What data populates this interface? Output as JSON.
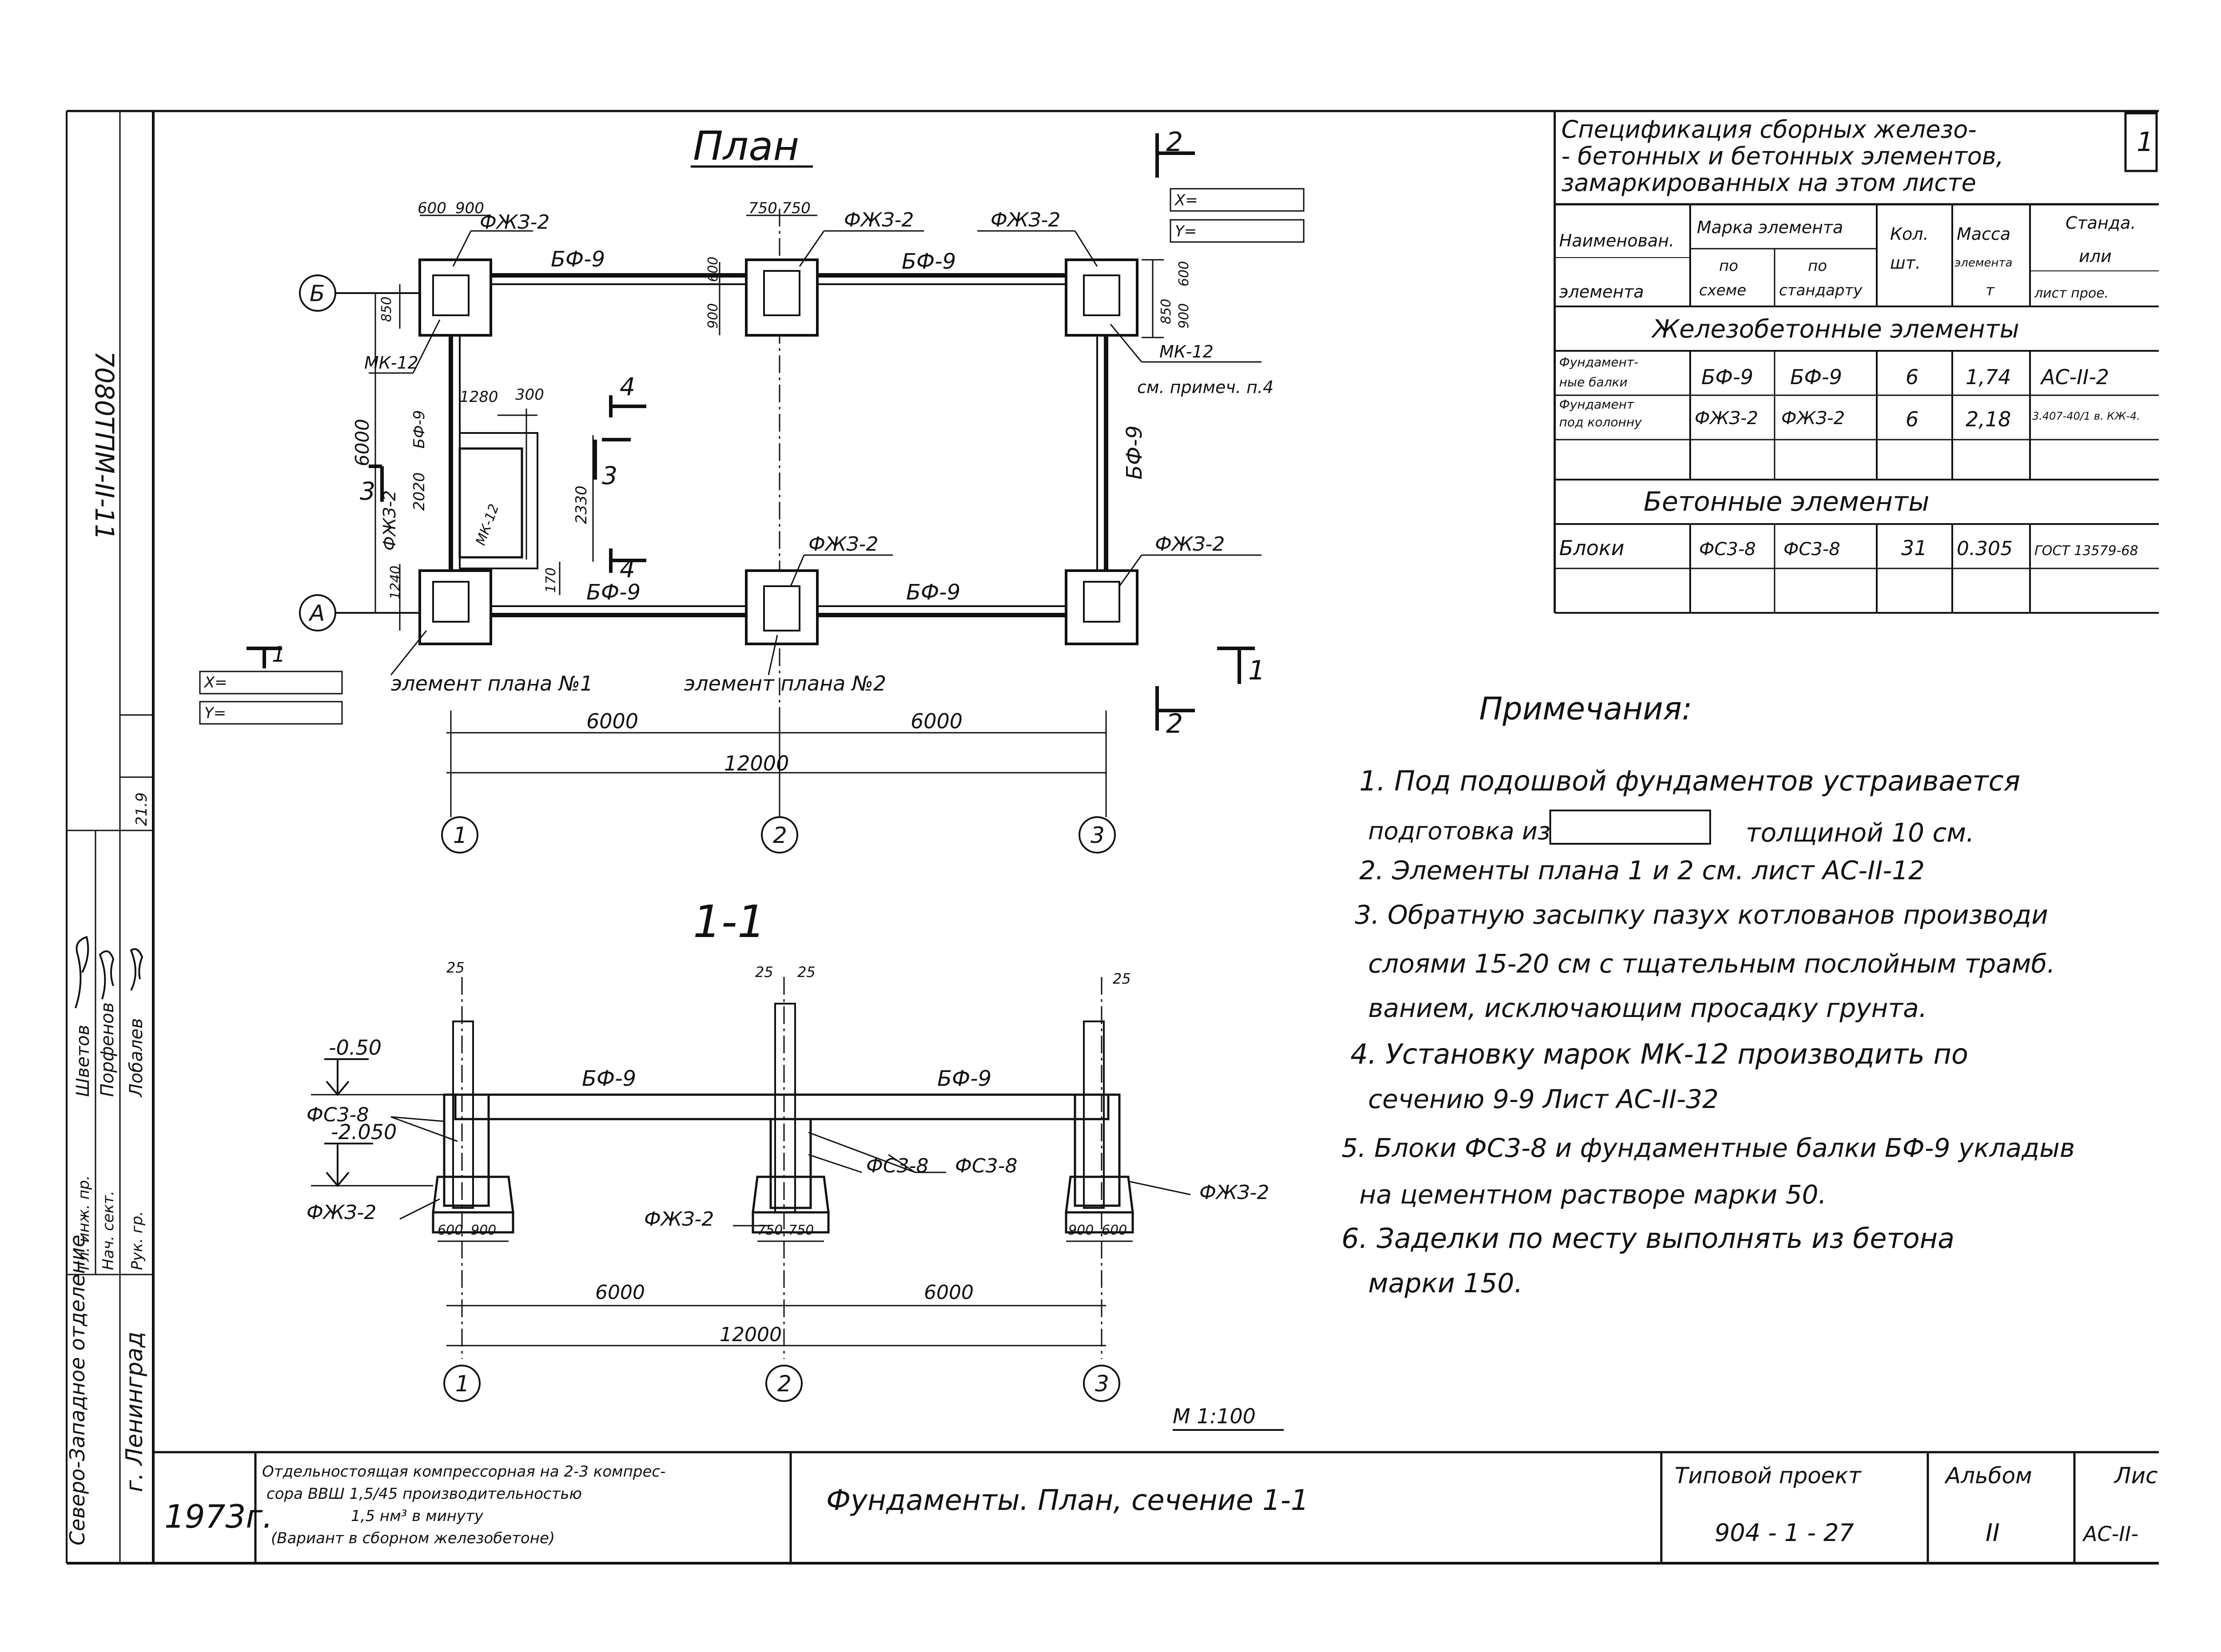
{
  "plan": {
    "title": "План",
    "axis_letters": [
      "Б",
      "А"
    ],
    "axis_numbers": [
      "1",
      "2",
      "3"
    ],
    "labels": {
      "fzh_top_left": "ФЖЗ-2",
      "fzh_top_mid": "ФЖЗ-2",
      "fzh_top_right": "ФЖЗ-2",
      "fzh_mid_bottom": "ФЖЗ-2",
      "fzh_right_bottom": "ФЖЗ-2",
      "fzh_left_vertical": "ФЖЗ-2",
      "bf_top_left": "БФ-9",
      "bf_top_right": "БФ-9",
      "bf_bottom_left": "БФ-9",
      "bf_bottom_right": "БФ-9",
      "bf_right": "БФ-9",
      "bf_left_vertical": "БФ-9",
      "mk_left": "МК-12",
      "mk_right": "МК-12",
      "mk_right_note": "см. примеч. п.4",
      "mk_inner": "МК-12",
      "elem1": "элемент плана №1",
      "elem2": "элемент плана №2",
      "x_label": "X=",
      "y_label": "Y="
    },
    "dims": {
      "d600a": "600",
      "d900a": "900",
      "d750a": "750",
      "d750b": "750",
      "d850a": "850",
      "d850b": "850",
      "d900b": "900",
      "d600b": "600",
      "d900c": "900",
      "d600c": "600",
      "d6000v": "6000",
      "d1280": "1280",
      "d300": "300",
      "d2020": "2020",
      "d2330": "2330",
      "d170": "170",
      "d1240": "1240",
      "d6000a": "6000",
      "d6000b": "6000",
      "d12000": "12000"
    },
    "section_marks": {
      "s1": "1",
      "s2": "2",
      "s3": "3",
      "s4": "4"
    }
  },
  "section": {
    "title": "1-1",
    "labels": {
      "level1": "-0.50",
      "level2": "-2.050",
      "fs_left": "ФС3-8",
      "fs_mid": "ФС3-8",
      "fs_right": "ФС3-8",
      "fzh_left": "ФЖЗ-2",
      "fzh_mid": "ФЖЗ-2",
      "fzh_right": "ФЖЗ-2",
      "bf_left": "БФ-9",
      "bf_right": "БФ-9"
    },
    "dims": {
      "d25a": "25",
      "d25b": "25",
      "d25c": "25",
      "d25d": "25",
      "d600": "600",
      "d900": "900",
      "d750a": "750",
      "d750b": "750",
      "d900b": "900",
      "d600b": "600",
      "d6000a": "6000",
      "d6000b": "6000",
      "d12000": "12000"
    },
    "scale": "М 1:100"
  },
  "spec": {
    "title_lines": [
      "Спецификация сборных железо-",
      "- бетонных и бетонных элементов,",
      "замаркированных на этом листе"
    ],
    "headers": {
      "name1": "Наименован.",
      "name2": "элемента",
      "mark": "Марка элемента",
      "mark_scheme1": "по",
      "mark_scheme2": "схеме",
      "mark_std1": "по",
      "mark_std2": "стандарту",
      "qty1": "Кол.",
      "qty2": "шт.",
      "mass1": "Масса",
      "mass2": "элемента",
      "mass3": "т",
      "std1": "Станда.",
      "std2": "или",
      "std3": "лист прое."
    },
    "group1": "Железобетонные элементы",
    "rows1": [
      [
        "Фундамент-",
        "ные балки",
        "БФ-9",
        "БФ-9",
        "6",
        "1,74",
        "АС-II-2"
      ],
      [
        "Фундамент",
        "под колонну",
        "ФЖЗ-2",
        "ФЖЗ-2",
        "6",
        "2,18",
        "3.407-40/1 в. КЖ-4."
      ]
    ],
    "group2": "Бетонные элементы",
    "rows2": [
      [
        "Блоки",
        "ФС3-8",
        "ФС3-8",
        "31",
        "0.305",
        "ГОСТ 13579-68"
      ]
    ]
  },
  "notes": {
    "title": "Примечания:",
    "lines": [
      "1. Под подошвой фундаментов устраивается",
      "подготовка из",
      "толщиной 10 см.",
      "2. Элементы плана 1 и 2 см. лист АС-II-12",
      "3. Обратную засыпку пазух котлованов производи",
      "слоями 15-20 см с тщательным послойным трамб.",
      "ванием, исключающим просадку грунта.",
      "4. Установку марок МК-12 производить по",
      "сечению 9-9 Лист АС-II-32",
      "5. Блоки ФС3-8 и фундаментные балки БФ-9 укладыв",
      "на цементном растворе марки 50.",
      "6. Заделки по месту выполнять из бетона",
      "марки 150."
    ]
  },
  "title_block": {
    "year": "1973г.",
    "project_desc": [
      "Отдельностоящая компрессорная на 2-3 компрес-",
      "сора ВВШ 1,5/45 производительностью",
      "1,5 нм³ в минуту",
      "(Вариант в сборном железобетоне)"
    ],
    "sheet_title": "Фундаменты. План, сечение 1-1",
    "typical_project_label": "Типовой проект",
    "typical_project_value": "904 - 1 - 27",
    "album_label": "Альбом",
    "album_value": "II",
    "sheet_label": "Лис",
    "sheet_value": "АС-II-",
    "left_strip": {
      "top_code": "7080ТПМ-II-11",
      "org": "Северо-Западное отделение",
      "city": "г. Ленинград",
      "roles": [
        "Гл. инж. пр.",
        "Нач. сект.",
        "Рук. гр."
      ],
      "names": [
        "Шветов",
        "Порфенов",
        "Лобалев"
      ],
      "date": "21.9"
    },
    "corner_number": "1"
  }
}
